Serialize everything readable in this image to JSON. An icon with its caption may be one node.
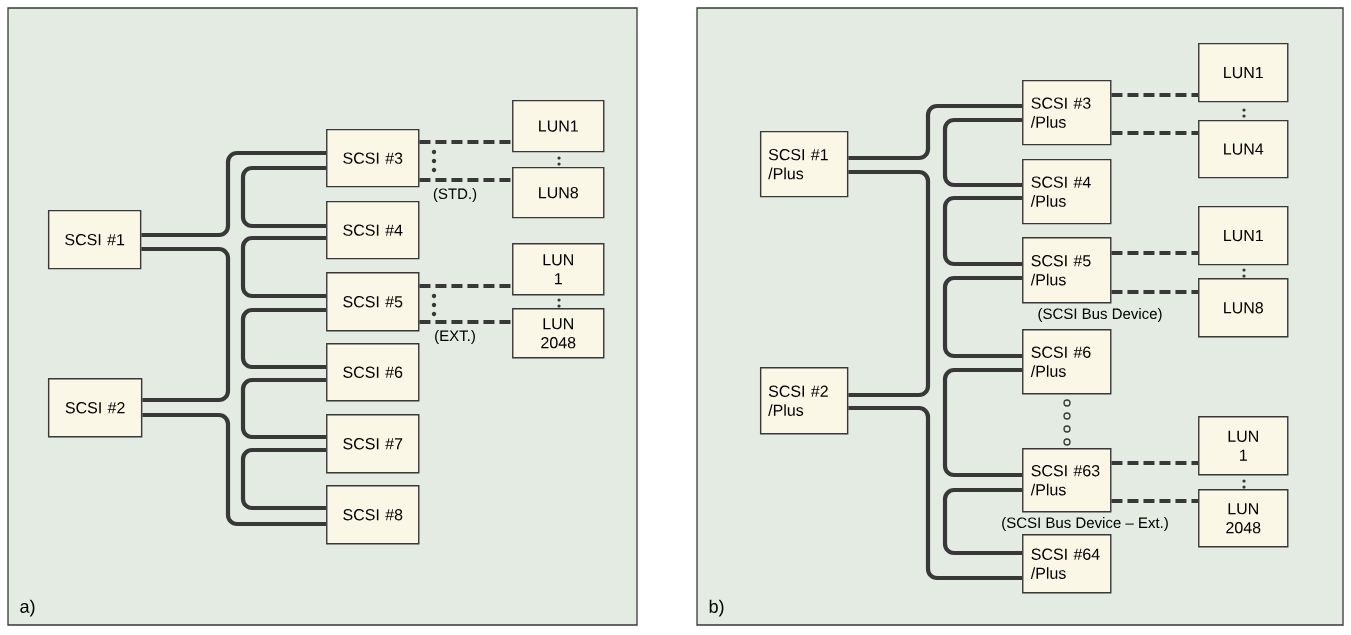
{
  "diagram": {
    "nodes": [
      {
        "text": [
          "a)"
        ]
      },
      {
        "text": [
          "SCSI #1"
        ],
        "in": 0
      },
      {
        "text": [
          "SCSI #2"
        ],
        "in": 0
      },
      {
        "text": [
          "SCSI #3"
        ],
        "in": 0
      },
      {
        "text": [
          "SCSI #4"
        ],
        "in": 0
      },
      {
        "text": [
          "SCSI #5"
        ],
        "in": 0
      },
      {
        "text": [
          "SCSI #6"
        ],
        "in": 0
      },
      {
        "text": [
          "SCSI #7"
        ],
        "in": 0
      },
      {
        "text": [
          "SCSI #8"
        ],
        "in": 0
      },
      {
        "text": [
          "LUN1"
        ],
        "in": 0
      },
      {
        "text": [
          "LUN8"
        ],
        "in": 0
      },
      {
        "text": [
          "LUN 1"
        ],
        "in": 0
      },
      {
        "text": [
          "LUN 2048"
        ],
        "in": 0
      },
      {
        "text": [
          "b)"
        ]
      },
      {
        "text": [
          "SCSI #1 /Plus"
        ],
        "in": 13
      },
      {
        "text": [
          "SCSI #2 /Plus"
        ],
        "in": 13
      },
      {
        "text": [
          "SCSI #3 /Plus"
        ],
        "in": 13
      },
      {
        "text": [
          "SCSI #4 /Plus"
        ],
        "in": 13
      },
      {
        "text": [
          "SCSI #5 /Plus"
        ],
        "in": 13
      },
      {
        "text": [
          "SCSI #6 /Plus"
        ],
        "in": 13
      },
      {
        "text": [
          "SCSI #63 /Plus"
        ],
        "in": 13
      },
      {
        "text": [
          "SCSI #64 /Plus"
        ],
        "in": 13
      },
      {
        "text": [
          "LUN1"
        ],
        "in": 13
      },
      {
        "text": [
          "LUN4"
        ],
        "in": 13
      },
      {
        "text": [
          "LUN1"
        ],
        "in": 13
      },
      {
        "text": [
          "LUN8"
        ],
        "in": 13
      },
      {
        "text": [
          "LUN 1"
        ],
        "in": 13
      },
      {
        "text": [
          "LUN 2048"
        ],
        "in": 13
      }
    ],
    "edges": [
      {
        "from": 1,
        "to": 3,
        "arrow": "none"
      },
      {
        "from": 1,
        "to": 2,
        "arrow": "none"
      },
      {
        "from": 3,
        "to": 4,
        "arrow": "none"
      },
      {
        "from": 4,
        "to": 5,
        "arrow": "none"
      },
      {
        "from": 5,
        "to": 6,
        "arrow": "none"
      },
      {
        "from": 6,
        "to": 7,
        "arrow": "none"
      },
      {
        "from": 7,
        "to": 8,
        "arrow": "none"
      },
      {
        "from": 2,
        "to": 8,
        "arrow": "none"
      },
      {
        "from": 3,
        "to": 9,
        "arrow": "none",
        "style": "dashed"
      },
      {
        "from": 3,
        "to": 10,
        "arrow": "none",
        "style": "dashed"
      },
      {
        "from": 5,
        "to": 11,
        "arrow": "none",
        "style": "dashed"
      },
      {
        "from": 5,
        "to": 12,
        "arrow": "none",
        "style": "dashed"
      },
      {
        "from": 14,
        "to": 16,
        "arrow": "none"
      },
      {
        "from": 14,
        "to": 15,
        "arrow": "none"
      },
      {
        "from": 16,
        "to": 17,
        "arrow": "none"
      },
      {
        "from": 17,
        "to": 18,
        "arrow": "none"
      },
      {
        "from": 18,
        "to": 19,
        "arrow": "none"
      },
      {
        "from": 19,
        "to": 20,
        "arrow": "none"
      },
      {
        "from": 20,
        "to": 21,
        "arrow": "none"
      },
      {
        "from": 15,
        "to": 21,
        "arrow": "none"
      },
      {
        "from": 16,
        "to": 22,
        "arrow": "none",
        "style": "dashed"
      },
      {
        "from": 16,
        "to": 23,
        "arrow": "none",
        "style": "dashed"
      },
      {
        "from": 18,
        "to": 24,
        "arrow": "none",
        "style": "dashed"
      },
      {
        "from": 18,
        "to": 25,
        "arrow": "none",
        "style": "dashed"
      },
      {
        "from": 20,
        "to": 26,
        "arrow": "none",
        "style": "dashed"
      },
      {
        "from": 20,
        "to": 27,
        "arrow": "none",
        "style": "dashed"
      }
    ],
    "labels": [
      "(STD.)",
      "(EXT.)",
      "(SCSI Bus Device)",
      "(SCSI Bus Device – Ext.)"
    ]
  }
}
